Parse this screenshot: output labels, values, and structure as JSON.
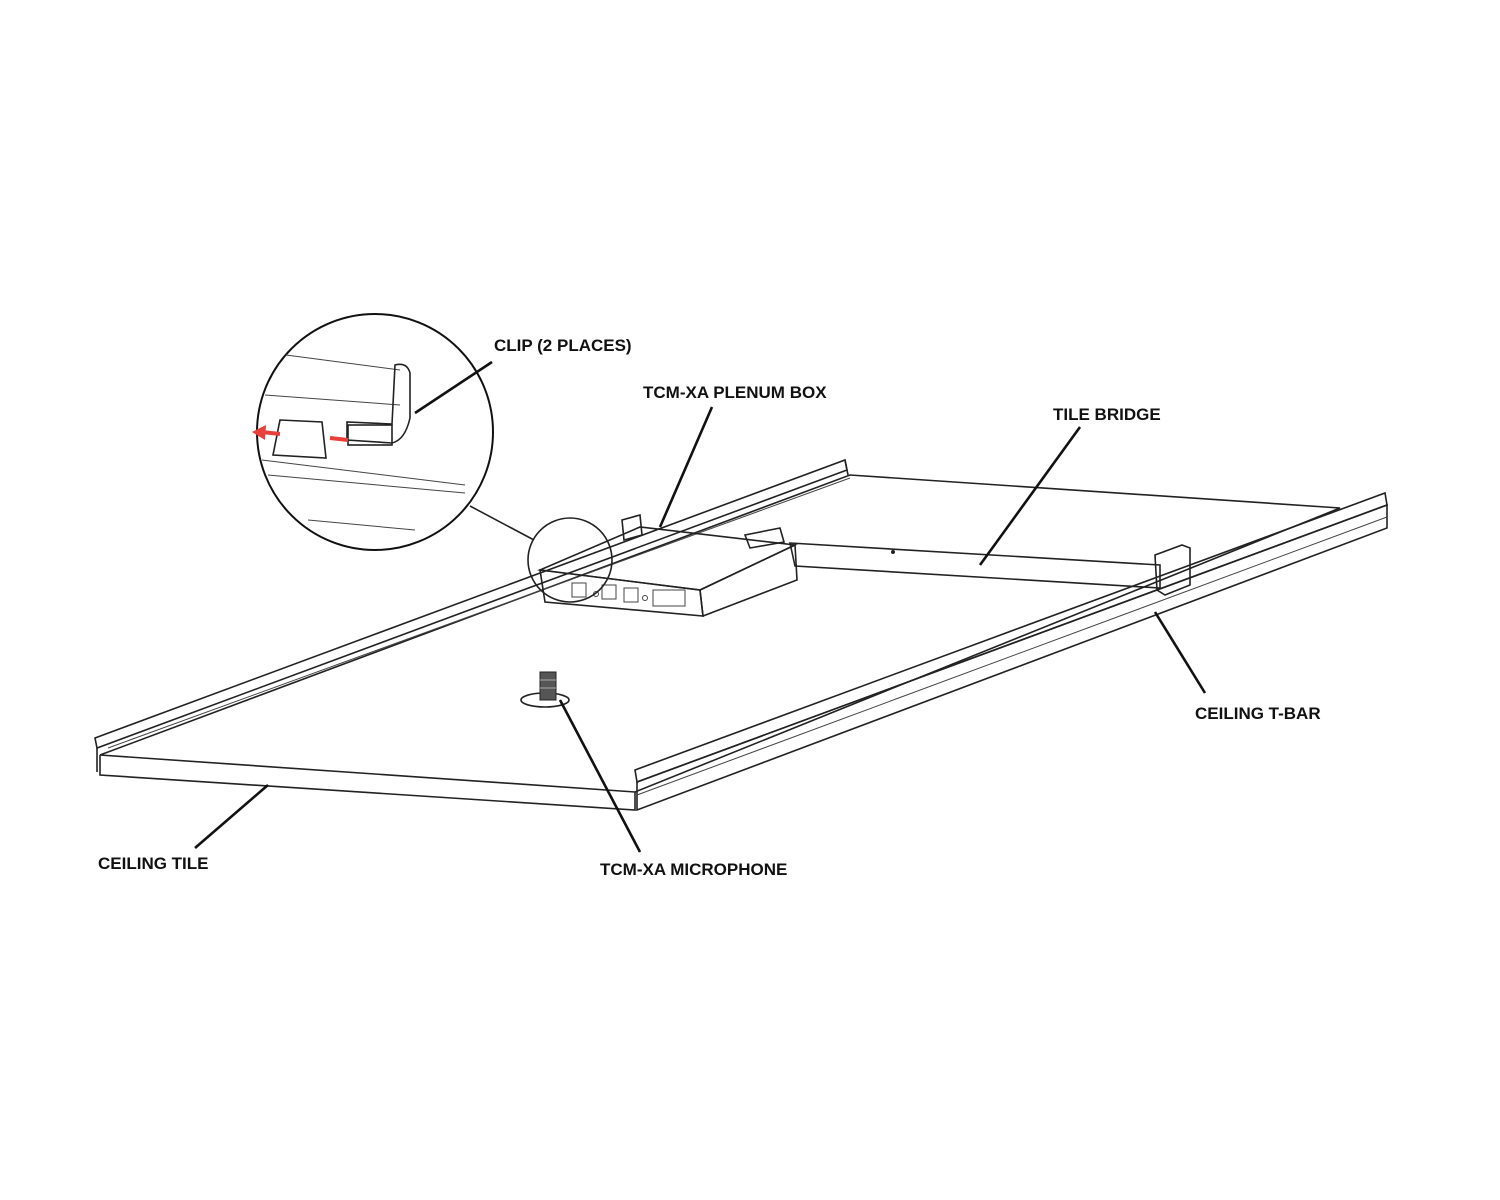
{
  "labels": {
    "clip": "CLIP (2 PLACES)",
    "plenum_box": "TCM-XA PLENUM BOX",
    "tile_bridge": "TILE BRIDGE",
    "ceiling_tbar": "CEILING T-BAR",
    "ceiling_tile": "CEILING TILE",
    "microphone": "TCM-XA MICROPHONE"
  },
  "colors": {
    "arrow": "#e8403a",
    "line": "#222222"
  }
}
